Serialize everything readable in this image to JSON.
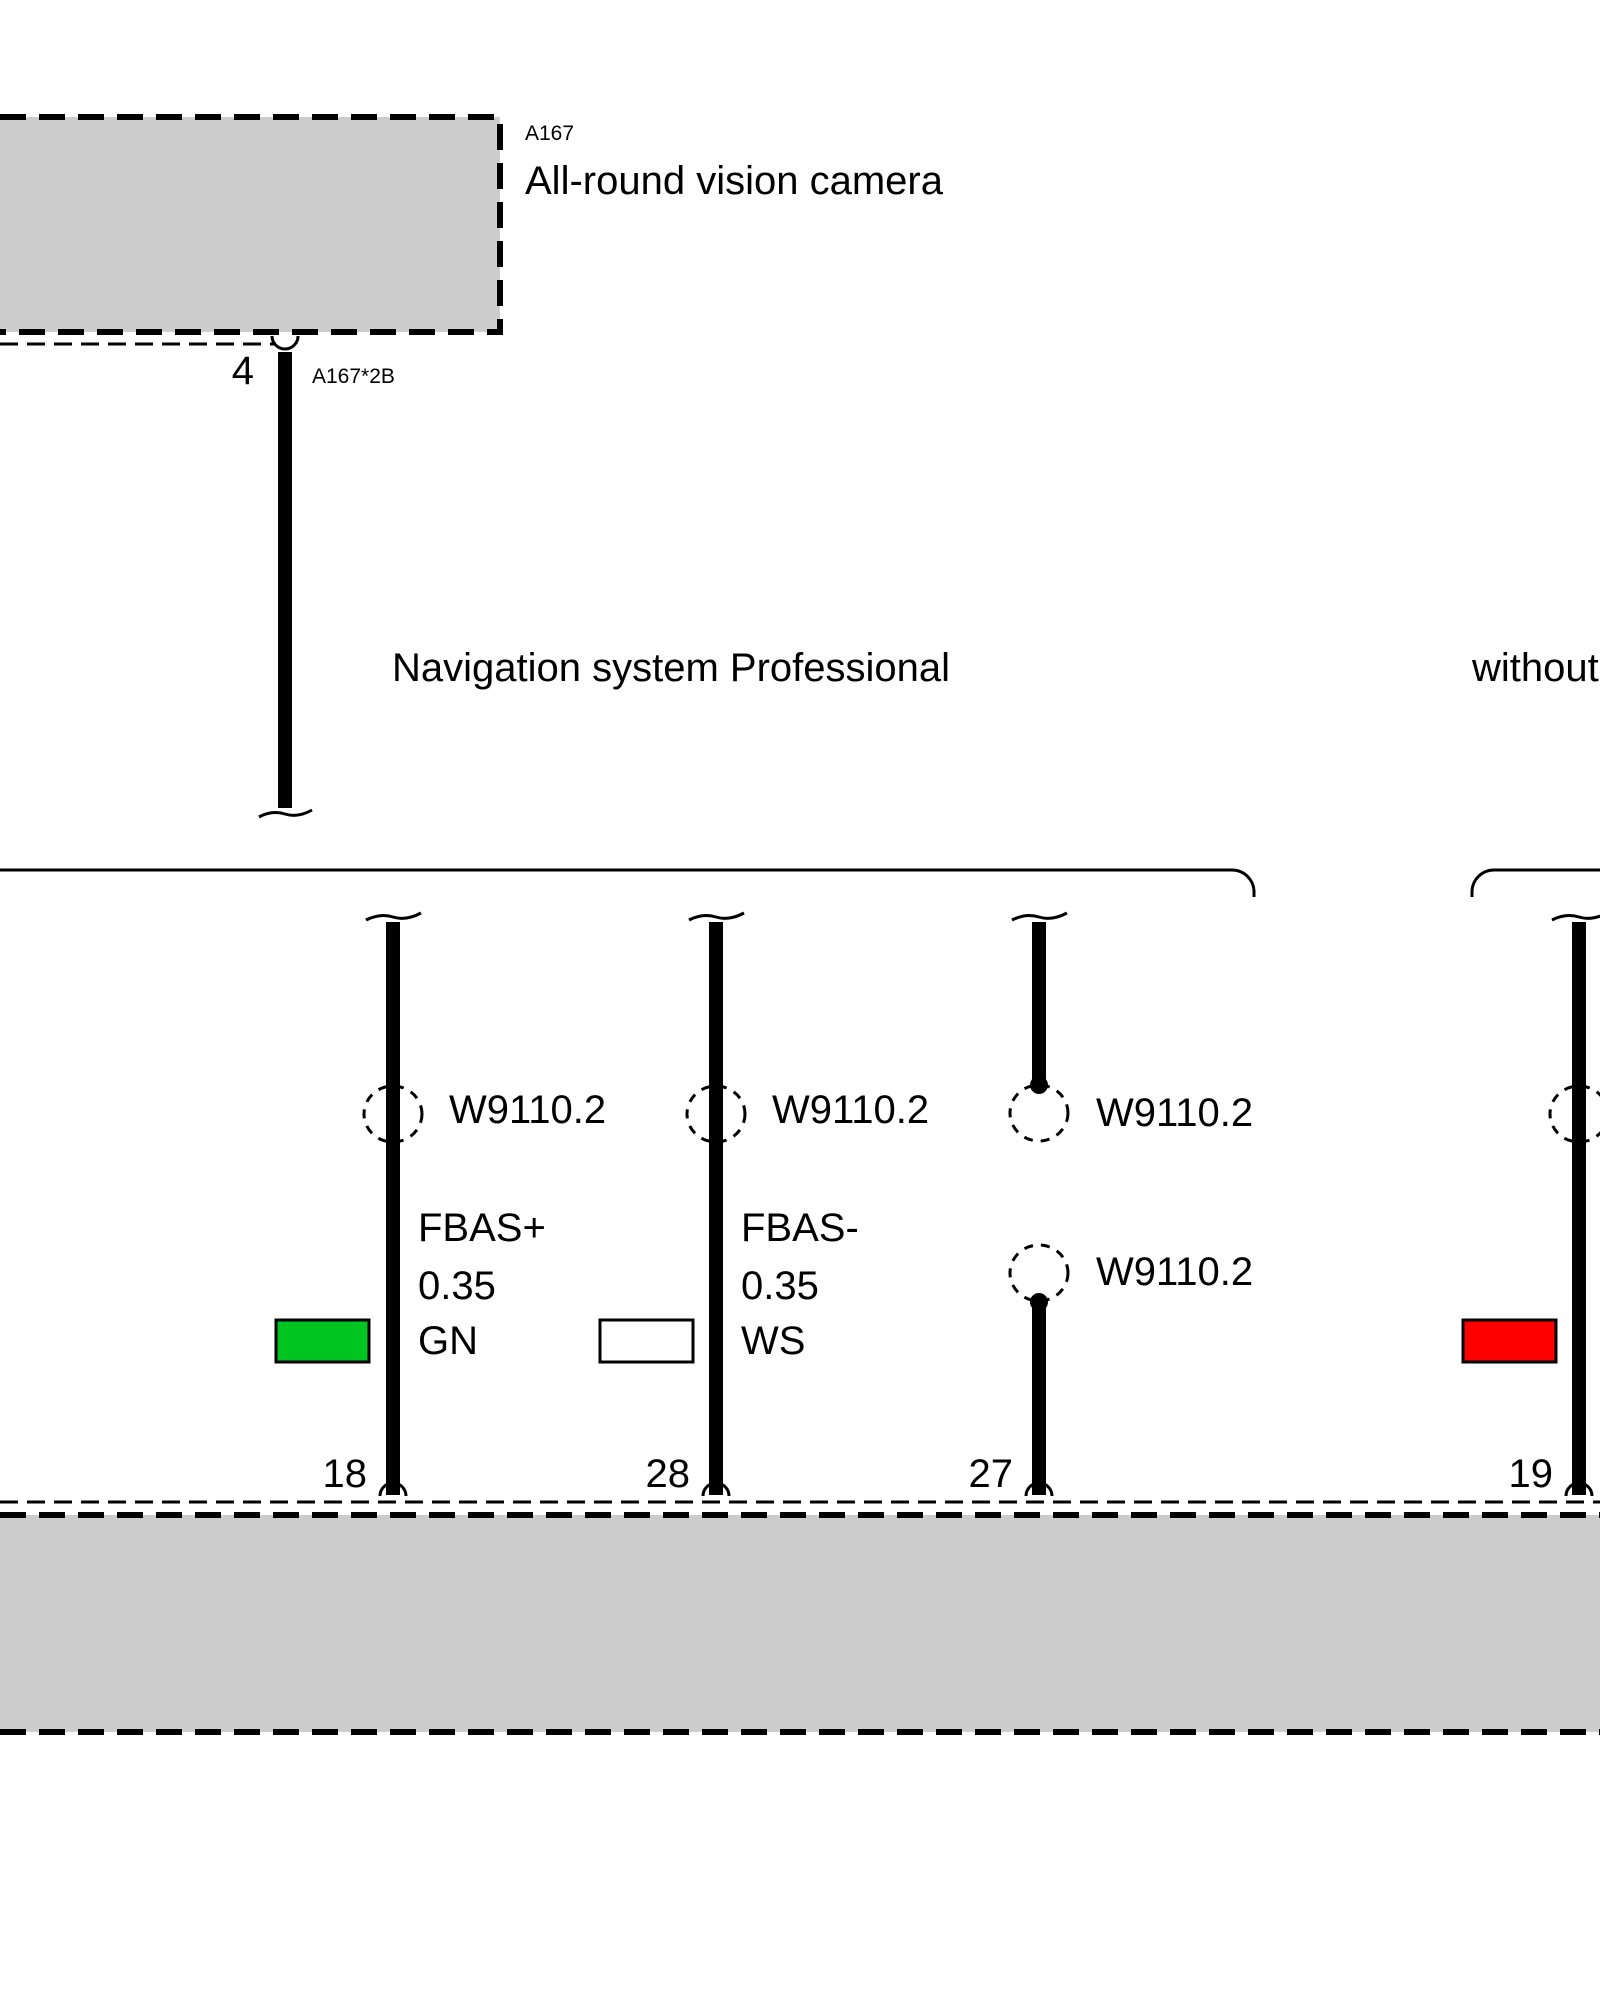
{
  "camera": {
    "ref": "A167",
    "name": "All-round vision camera",
    "connector_pin": "4",
    "connector": "A167*2B"
  },
  "variants": {
    "left": "Navigation system Professional",
    "right": "without"
  },
  "wires": [
    {
      "pin": "18",
      "splice": "W9110.2",
      "signal": "FBAS+",
      "size": "0.35",
      "color_code": "GN",
      "color": "#00c41f"
    },
    {
      "pin": "28",
      "splice": "W9110.2",
      "signal": "FBAS-",
      "size": "0.35",
      "color_code": "WS",
      "color": "#ffffff"
    },
    {
      "pin": "27",
      "splice_top": "W9110.2",
      "splice_bottom": "W9110.2"
    },
    {
      "pin": "19",
      "color": "#ff0000"
    }
  ]
}
